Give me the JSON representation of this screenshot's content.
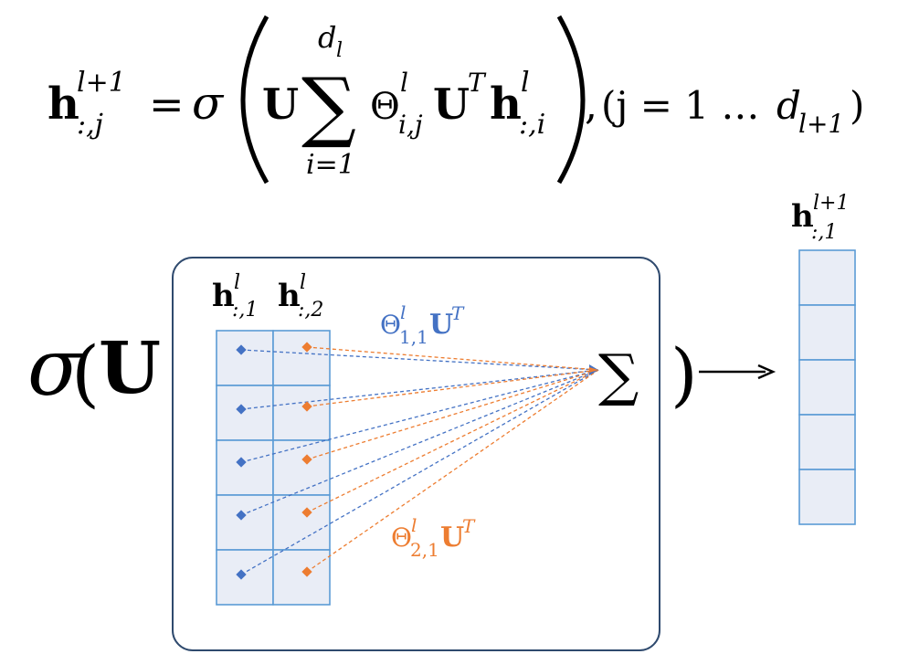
{
  "equation": {
    "lhs_symbol": "h",
    "lhs_sup": "l+1",
    "lhs_sub": ":,j",
    "equals": "=",
    "sigma": "σ",
    "U": "U",
    "sum_upper": "d",
    "sum_upper_sub": "l",
    "sum_lower": "i=1",
    "sum_sign": "∑",
    "theta": "Θ",
    "theta_sup": "l",
    "theta_sub": "i,j",
    "UT_base": "U",
    "UT_sup": "T",
    "h_symbol": "h",
    "h_sup": "l",
    "h_sub": ":,i",
    "comma": ",",
    "range_open": "(j = 1 … ",
    "range_d": "d",
    "range_d_sub": "l+1",
    "range_close": ")"
  },
  "diagram": {
    "sigma": "σ",
    "open_paren": "(",
    "U": "U",
    "col1_label": {
      "base": "h",
      "sup": "l",
      "sub": ":,1"
    },
    "col2_label": {
      "base": "h",
      "sup": "l",
      "sub": ":,2"
    },
    "blue_weight_label": {
      "base": "Θ",
      "sup": "l",
      "sub": "1,1",
      "U": "U",
      "T": "T"
    },
    "orange_weight_label": {
      "base": "Θ",
      "sup": "l",
      "sub": "2,1",
      "U": "U",
      "T": "T"
    },
    "sum_sign": "∑",
    "close_paren": ")",
    "output_label": {
      "base": "h",
      "sup": "l+1",
      "sub": ":,1"
    },
    "matrix_rows": 5,
    "matrix_cols": 2,
    "output_rows": 5
  },
  "colors": {
    "blue": "#4472c4",
    "orange": "#ed7d31",
    "cell_fill": "#e9edf6",
    "cell_stroke": "#5b9bd5",
    "box_stroke": "#2f4a6e"
  }
}
